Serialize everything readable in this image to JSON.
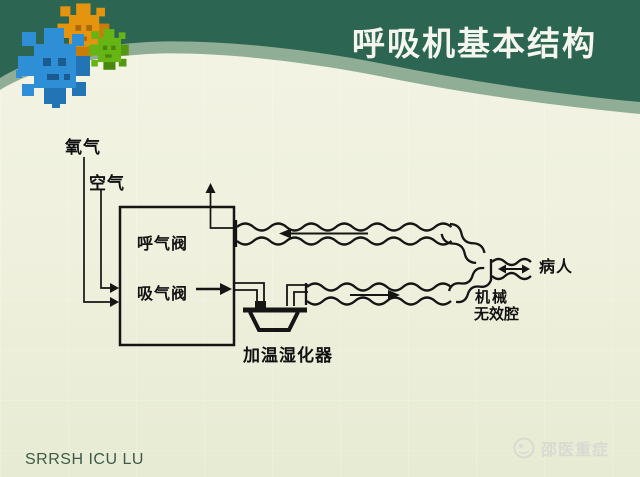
{
  "slide": {
    "title": "呼吸机基本结构",
    "footer": "SRRSH ICU LU",
    "watermark": "邵医重症"
  },
  "diagram": {
    "labels": {
      "oxygen": "氧气",
      "air": "空气",
      "exhalation_valve": "呼气阀",
      "inhalation_valve": "吸气阀",
      "humidifier": "加温湿化器",
      "patient": "病人",
      "mechanical": "机械",
      "dead_space": "无效腔"
    }
  },
  "colors": {
    "header_green": "#2d6553",
    "header_band": "#8fae95",
    "body_bg": "#eff0dd",
    "diagram_line": "#151515",
    "footer_text": "#3d5a4b",
    "watermark_text": "#d9dad2",
    "logo_blue": "#2f8fd6",
    "logo_orange": "#e5940d",
    "logo_green": "#67b515"
  }
}
